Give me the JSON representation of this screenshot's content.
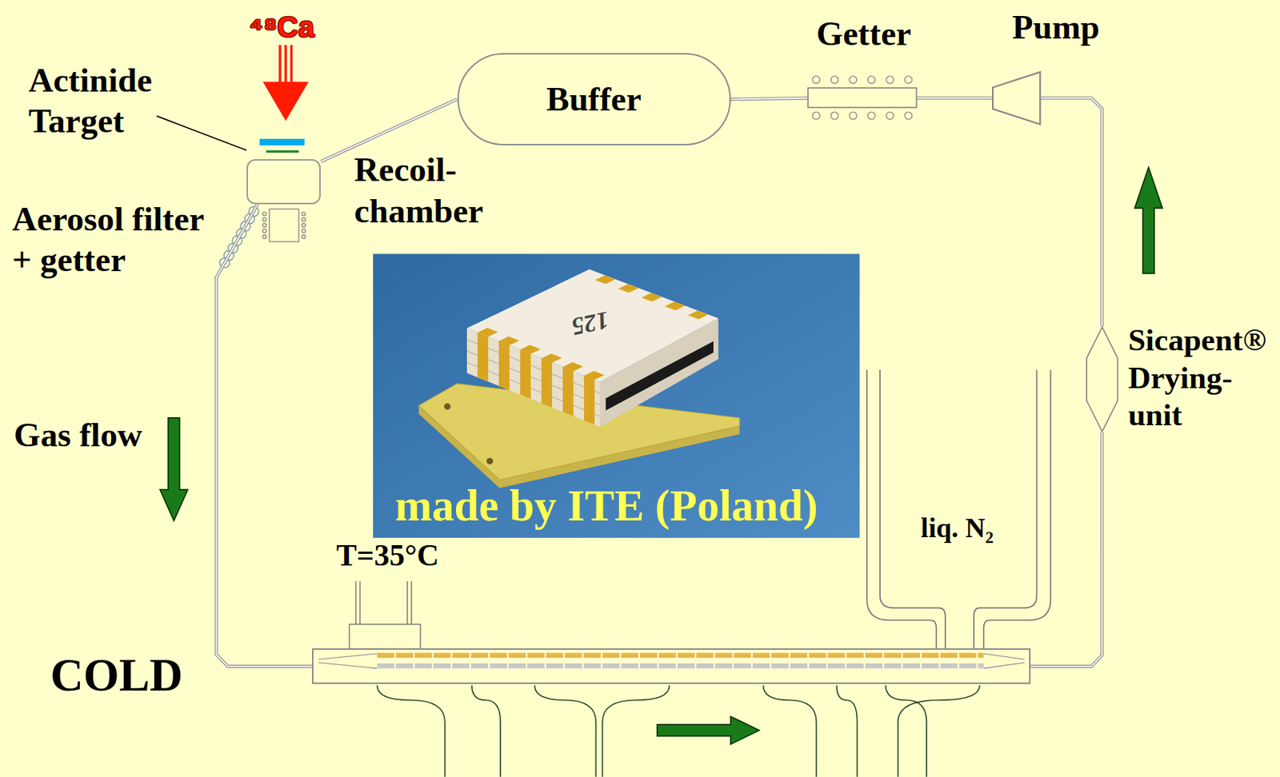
{
  "diagram": {
    "nodes": [
      {
        "text": [
          "Recoil- chamber"
        ]
      },
      {
        "text": [
          "Buffer"
        ]
      },
      {
        "text": [
          "Getter"
        ]
      },
      {
        "text": [
          "Pump"
        ]
      },
      {
        "text": [
          "Sicapent® Drying- unit"
        ]
      },
      {
        "text": [
          "COLD"
        ]
      }
    ],
    "edges": [
      {
        "from": 0,
        "to": 5,
        "arrow": "none"
      },
      {
        "from": 5,
        "to": 4,
        "arrow": "none"
      },
      {
        "from": 4,
        "to": 3,
        "arrow": "none"
      },
      {
        "from": 3,
        "to": 2,
        "arrow": "none"
      },
      {
        "from": 2,
        "to": 1,
        "arrow": "none"
      },
      {
        "from": 1,
        "to": 0,
        "arrow": "none"
      }
    ],
    "labels": [
      "⁴⁸Ca",
      "Actinide Target",
      "Aerosol filter + getter",
      "Gas flow",
      "T=35°C",
      "liq. N₂",
      "made by ITE (Poland)",
      "125"
    ]
  }
}
